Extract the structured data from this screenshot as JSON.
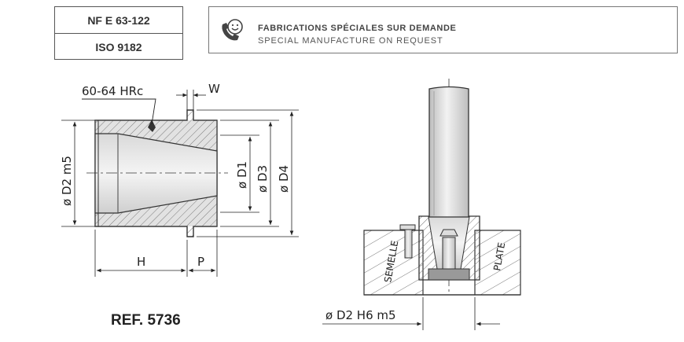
{
  "standards": [
    "NF E 63-122",
    "ISO 9182"
  ],
  "special": {
    "line1": "FABRICATIONS SPÉCIALES SUR DEMANDE",
    "line2": "SPECIAL MANUFACTURE ON REQUEST",
    "icon": "phone-smiley-icon"
  },
  "reference": "REF. 5736",
  "labels": {
    "hardness": "60-64 HRc",
    "w": "W",
    "d2m5": "ø D2 m5",
    "d1": "ø D1",
    "d3": "ø D3",
    "d4": "ø D4",
    "h": "H",
    "p": "P",
    "semelle": "SEMELLE",
    "plate": "PLATE",
    "d2h6m5": "ø D2 H6 m5"
  }
}
